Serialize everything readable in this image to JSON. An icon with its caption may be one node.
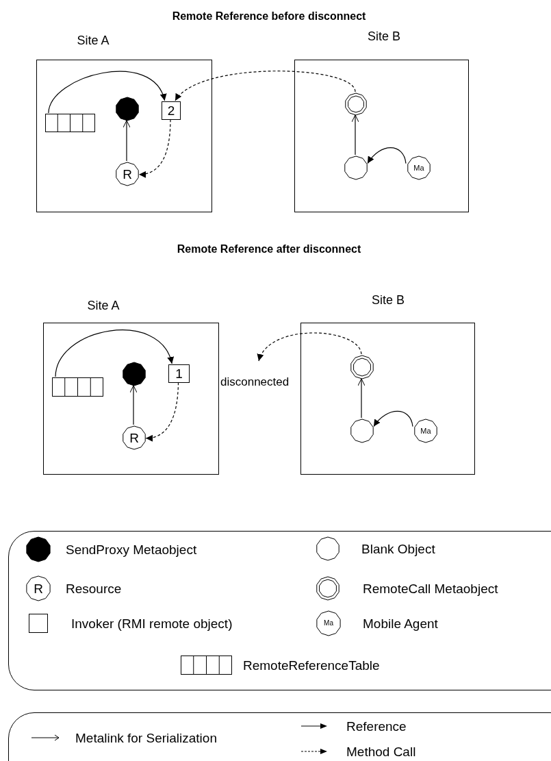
{
  "diagram": {
    "nodes": [
      {
        "text": [
          "Site A"
        ]
      },
      {
        "text": [],
        "shape": "box",
        "in": 0
      },
      {
        "text": [],
        "shape": "circle",
        "in": 0
      },
      {
        "text": [
          "2"
        ],
        "in": 0
      },
      {
        "text": [
          "R"
        ],
        "in": 0
      },
      {
        "text": [
          "Site B"
        ]
      },
      {
        "text": [],
        "shape": "circle",
        "in": 5
      },
      {
        "text": [],
        "shape": "circle",
        "in": 5
      },
      {
        "text": [
          "Ma"
        ],
        "in": 5
      },
      {
        "text": [
          "Site A"
        ]
      },
      {
        "text": [],
        "shape": "box",
        "in": 9
      },
      {
        "text": [],
        "shape": "circle",
        "in": 9
      },
      {
        "text": [
          "1"
        ],
        "in": 9
      },
      {
        "text": [
          "R"
        ],
        "in": 9
      },
      {
        "text": [
          "Site B"
        ]
      },
      {
        "text": [],
        "shape": "circle",
        "in": 14
      },
      {
        "text": [],
        "shape": "circle",
        "in": 14
      },
      {
        "text": [
          "Ma"
        ],
        "in": 14
      }
    ],
    "edges": [
      {
        "from": 1,
        "to": 3,
        "arrow": "to"
      },
      {
        "from": 4,
        "to": 2,
        "arrow": "to"
      },
      {
        "from": 3,
        "to": 4,
        "arrow": "to",
        "style": "dashed"
      },
      {
        "from": 6,
        "to": 3,
        "arrow": "to",
        "style": "dashed"
      },
      {
        "from": 7,
        "to": 6,
        "arrow": "to"
      },
      {
        "from": 8,
        "to": 7,
        "arrow": "to"
      },
      {
        "from": 10,
        "to": 12,
        "arrow": "to"
      },
      {
        "from": 13,
        "to": 11,
        "arrow": "to"
      },
      {
        "from": 12,
        "to": 13,
        "arrow": "to",
        "style": "dashed"
      },
      {
        "from": 15,
        "to": null,
        "arrow": "to",
        "style": "dashed"
      },
      {
        "from": 16,
        "to": 15,
        "arrow": "to"
      },
      {
        "from": 17,
        "to": 16,
        "arrow": "to"
      }
    ],
    "labels": [
      "Remote Reference before disconnect",
      "Remote Reference after disconnect",
      "disconnected",
      "R",
      "Ma"
    ],
    "legend": [
      {
        "text": "SendProxy Metaobject"
      },
      {
        "text": "Blank Object"
      },
      {
        "text": "Resource"
      },
      {
        "text": "RemoteCall Metaobject"
      },
      {
        "text": "Invoker (RMI remote object)"
      },
      {
        "text": "Mobile Agent"
      },
      {
        "text": "RemoteReferenceTable"
      },
      {
        "text": "Metalink for Serialization"
      },
      {
        "text": "Reference"
      },
      {
        "text": "Method Call"
      }
    ]
  }
}
